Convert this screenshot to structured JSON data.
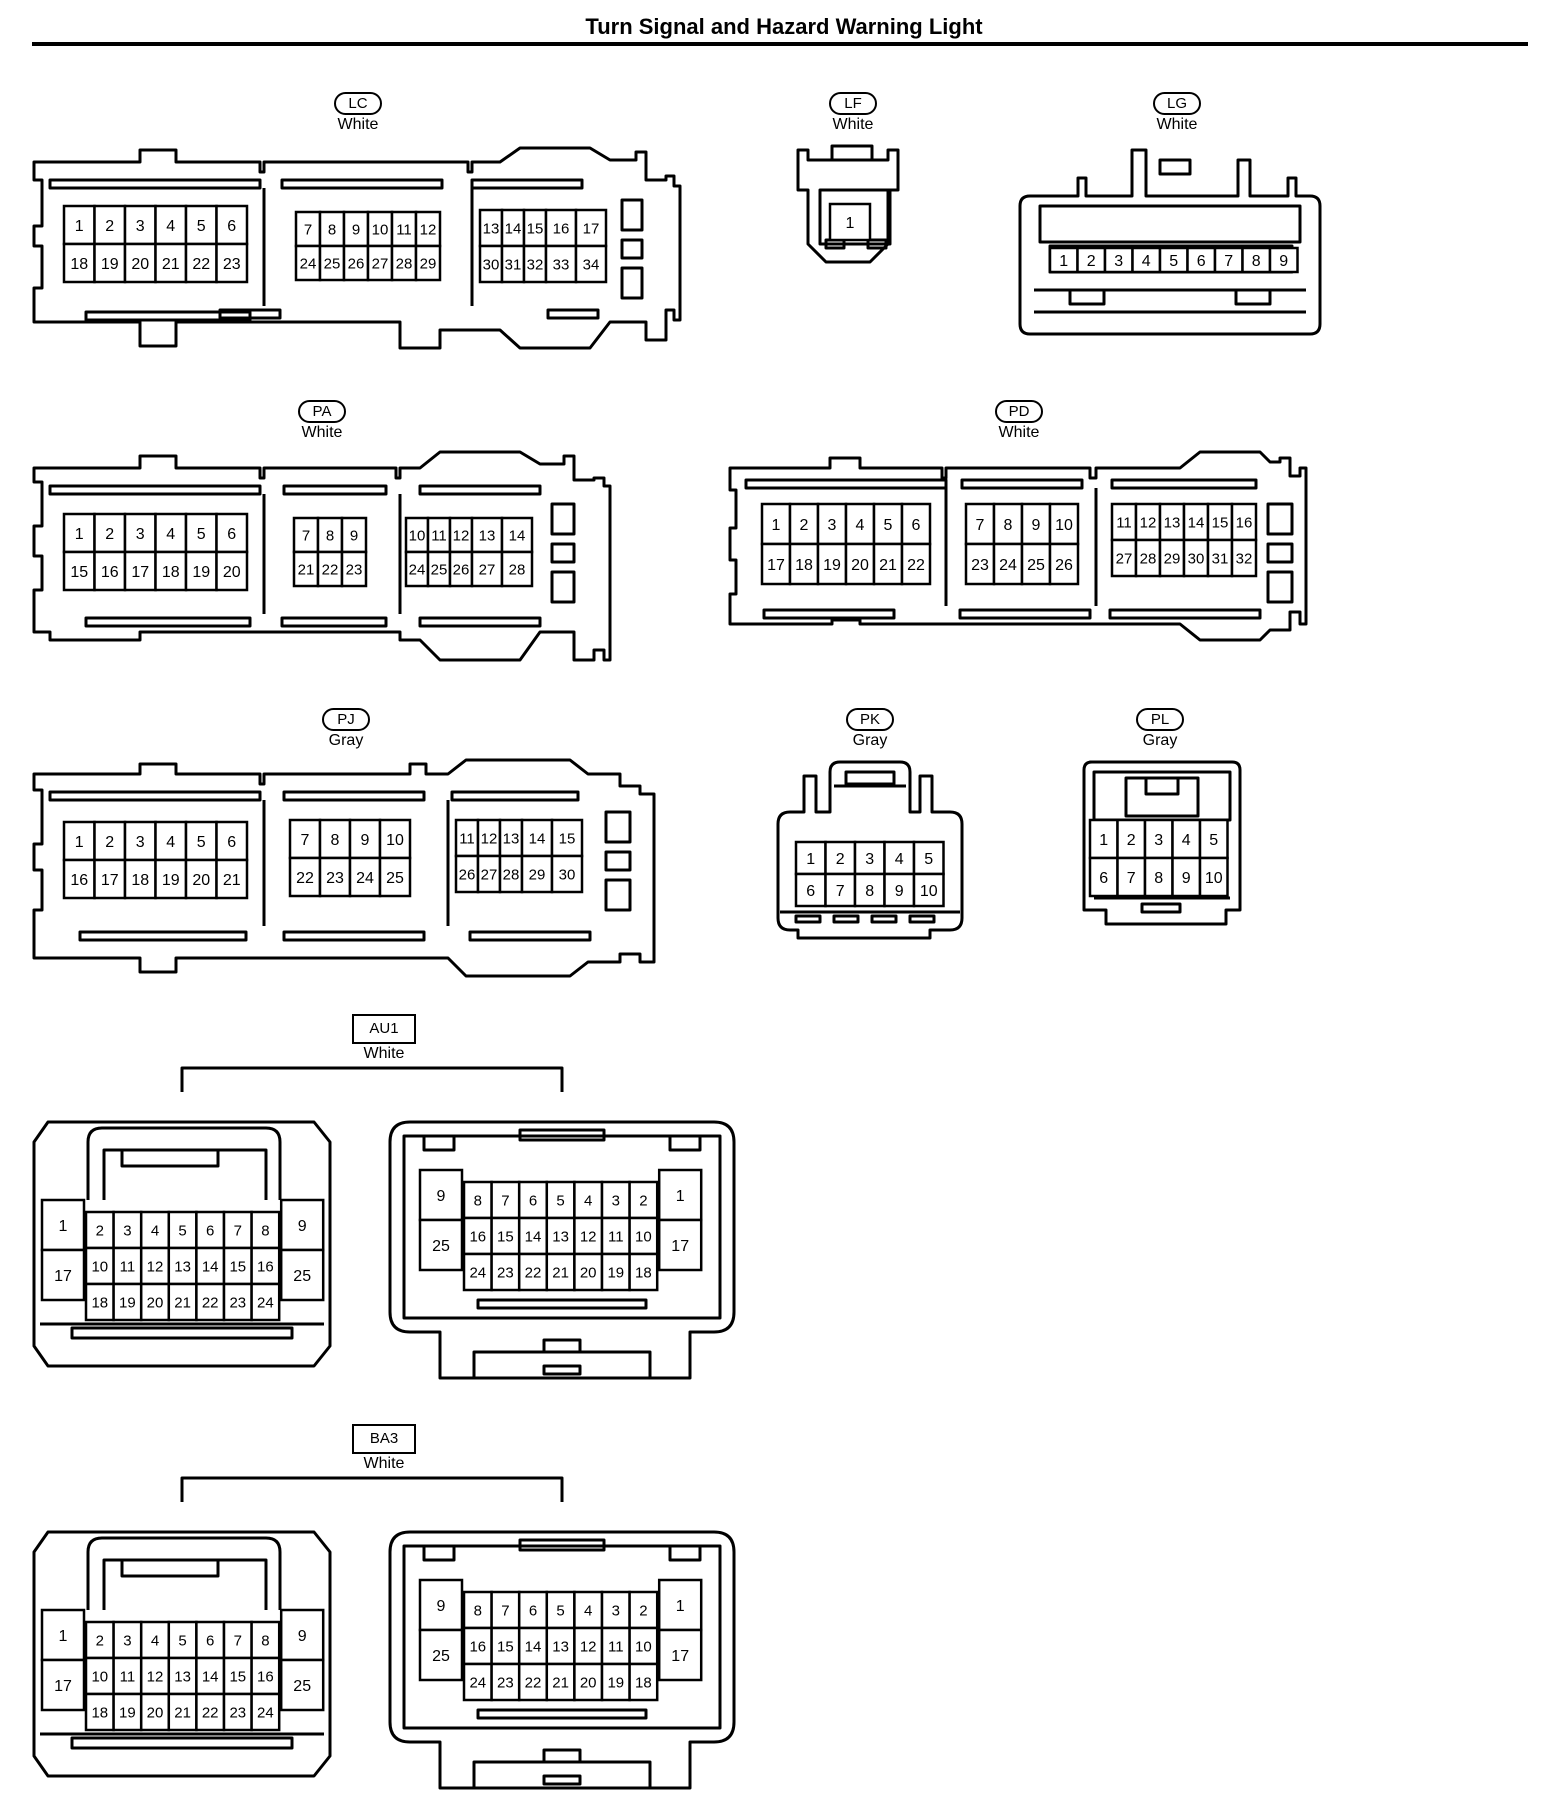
{
  "title": "Turn Signal and Hazard Warning Light",
  "connectors": [
    {
      "code": "LC",
      "color": "White",
      "style": "oval",
      "blocks": [
        {
          "rows": [
            [
              "1",
              "2",
              "3",
              "4",
              "5",
              "6"
            ],
            [
              "18",
              "19",
              "20",
              "21",
              "22",
              "23"
            ]
          ]
        },
        {
          "rows": [
            [
              "7",
              "8",
              "9",
              "10",
              "11",
              "12"
            ],
            [
              "24",
              "25",
              "26",
              "27",
              "28",
              "29"
            ]
          ]
        },
        {
          "rows": [
            [
              "13",
              "14",
              "15",
              "16",
              "17"
            ],
            [
              "30",
              "31",
              "32",
              "33",
              "34"
            ]
          ]
        }
      ]
    },
    {
      "code": "LF",
      "color": "White",
      "style": "oval",
      "blocks": [
        {
          "rows": [
            [
              "1"
            ]
          ]
        }
      ]
    },
    {
      "code": "LG",
      "color": "White",
      "style": "oval",
      "blocks": [
        {
          "rows": [
            [
              "1",
              "2",
              "3",
              "4",
              "5",
              "6",
              "7",
              "8",
              "9"
            ]
          ]
        }
      ]
    },
    {
      "code": "PA",
      "color": "White",
      "style": "oval",
      "blocks": [
        {
          "rows": [
            [
              "1",
              "2",
              "3",
              "4",
              "5",
              "6"
            ],
            [
              "15",
              "16",
              "17",
              "18",
              "19",
              "20"
            ]
          ]
        },
        {
          "rows": [
            [
              "7",
              "8",
              "9"
            ],
            [
              "21",
              "22",
              "23"
            ]
          ]
        },
        {
          "rows": [
            [
              "10",
              "11",
              "12",
              "13",
              "14"
            ],
            [
              "24",
              "25",
              "26",
              "27",
              "28"
            ]
          ]
        }
      ]
    },
    {
      "code": "PD",
      "color": "White",
      "style": "oval",
      "blocks": [
        {
          "rows": [
            [
              "1",
              "2",
              "3",
              "4",
              "5",
              "6"
            ],
            [
              "17",
              "18",
              "19",
              "20",
              "21",
              "22"
            ]
          ]
        },
        {
          "rows": [
            [
              "7",
              "8",
              "9",
              "10"
            ],
            [
              "23",
              "24",
              "25",
              "26"
            ]
          ]
        },
        {
          "rows": [
            [
              "11",
              "12",
              "13",
              "14",
              "15",
              "16"
            ],
            [
              "27",
              "28",
              "29",
              "30",
              "31",
              "32"
            ]
          ]
        }
      ]
    },
    {
      "code": "PJ",
      "color": "Gray",
      "style": "oval",
      "blocks": [
        {
          "rows": [
            [
              "1",
              "2",
              "3",
              "4",
              "5",
              "6"
            ],
            [
              "16",
              "17",
              "18",
              "19",
              "20",
              "21"
            ]
          ]
        },
        {
          "rows": [
            [
              "7",
              "8",
              "9",
              "10"
            ],
            [
              "22",
              "23",
              "24",
              "25"
            ]
          ]
        },
        {
          "rows": [
            [
              "11",
              "12",
              "13",
              "14",
              "15"
            ],
            [
              "26",
              "27",
              "28",
              "29",
              "30"
            ]
          ]
        }
      ]
    },
    {
      "code": "PK",
      "color": "Gray",
      "style": "oval",
      "blocks": [
        {
          "rows": [
            [
              "1",
              "2",
              "3",
              "4",
              "5"
            ],
            [
              "6",
              "7",
              "8",
              "9",
              "10"
            ]
          ]
        }
      ]
    },
    {
      "code": "PL",
      "color": "Gray",
      "style": "oval",
      "blocks": [
        {
          "rows": [
            [
              "1",
              "2",
              "3",
              "4",
              "5"
            ],
            [
              "6",
              "7",
              "8",
              "9",
              "10"
            ]
          ]
        }
      ]
    },
    {
      "code": "AU1",
      "color": "White",
      "style": "box",
      "blocks": [
        {
          "side": "left",
          "left": [
            "1",
            "17"
          ],
          "right": [
            "9",
            "25"
          ],
          "rows": [
            [
              "2",
              "3",
              "4",
              "5",
              "6",
              "7",
              "8"
            ],
            [
              "10",
              "11",
              "12",
              "13",
              "14",
              "15",
              "16"
            ],
            [
              "18",
              "19",
              "20",
              "21",
              "22",
              "23",
              "24"
            ]
          ]
        },
        {
          "side": "right",
          "left": [
            "9",
            "25"
          ],
          "right": [
            "1",
            "17"
          ],
          "rows": [
            [
              "8",
              "7",
              "6",
              "5",
              "4",
              "3",
              "2"
            ],
            [
              "16",
              "15",
              "14",
              "13",
              "12",
              "11",
              "10"
            ],
            [
              "24",
              "23",
              "22",
              "21",
              "20",
              "19",
              "18"
            ]
          ]
        }
      ]
    },
    {
      "code": "BA3",
      "color": "White",
      "style": "box",
      "blocks": [
        {
          "side": "left",
          "left": [
            "1",
            "17"
          ],
          "right": [
            "9",
            "25"
          ],
          "rows": [
            [
              "2",
              "3",
              "4",
              "5",
              "6",
              "7",
              "8"
            ],
            [
              "10",
              "11",
              "12",
              "13",
              "14",
              "15",
              "16"
            ],
            [
              "18",
              "19",
              "20",
              "21",
              "22",
              "23",
              "24"
            ]
          ]
        },
        {
          "side": "right",
          "left": [
            "9",
            "25"
          ],
          "right": [
            "1",
            "17"
          ],
          "rows": [
            [
              "8",
              "7",
              "6",
              "5",
              "4",
              "3",
              "2"
            ],
            [
              "16",
              "15",
              "14",
              "13",
              "12",
              "11",
              "10"
            ],
            [
              "24",
              "23",
              "22",
              "21",
              "20",
              "19",
              "18"
            ]
          ]
        }
      ]
    }
  ]
}
